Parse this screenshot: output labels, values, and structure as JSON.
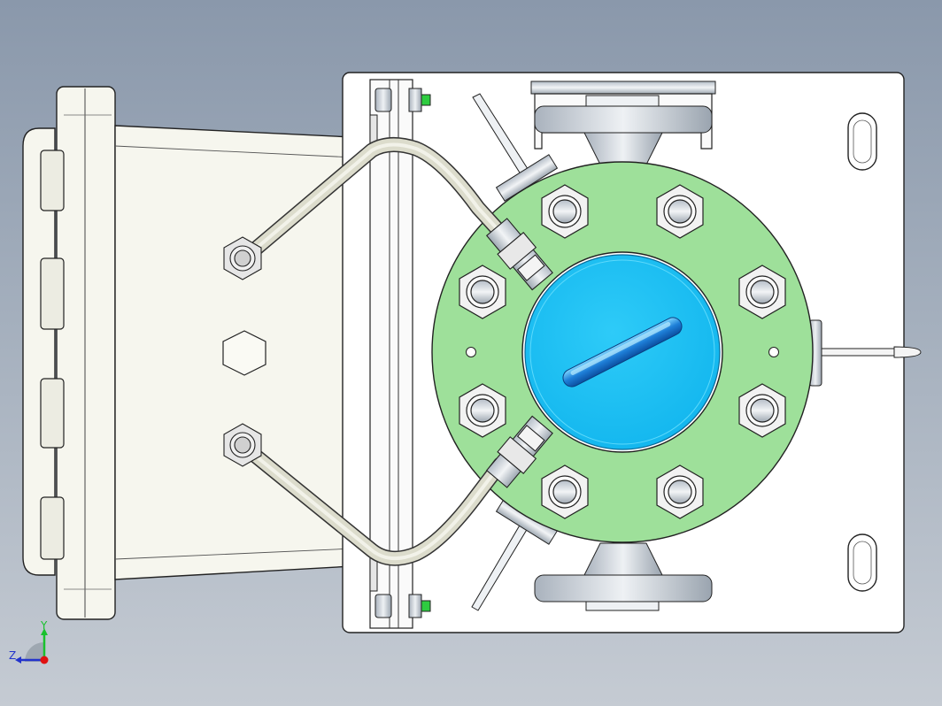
{
  "viewport": {
    "title": "3D model view",
    "background_top": "#8a98ab",
    "background_bottom": "#c5cbd3"
  },
  "triad": {
    "y_label": "Y",
    "z_label": "Z",
    "y_color": "#19c12d",
    "z_color": "#2233cc",
    "x_color": "#e01010"
  },
  "model": {
    "plate_color": "#ffffff",
    "casting_color": "#f6f6ee",
    "flange_color": "#9ee09a",
    "cap_color": "#1cc6f7",
    "tube_color": "#d8d8c8",
    "green_bolt_color": "#2ecc40"
  }
}
